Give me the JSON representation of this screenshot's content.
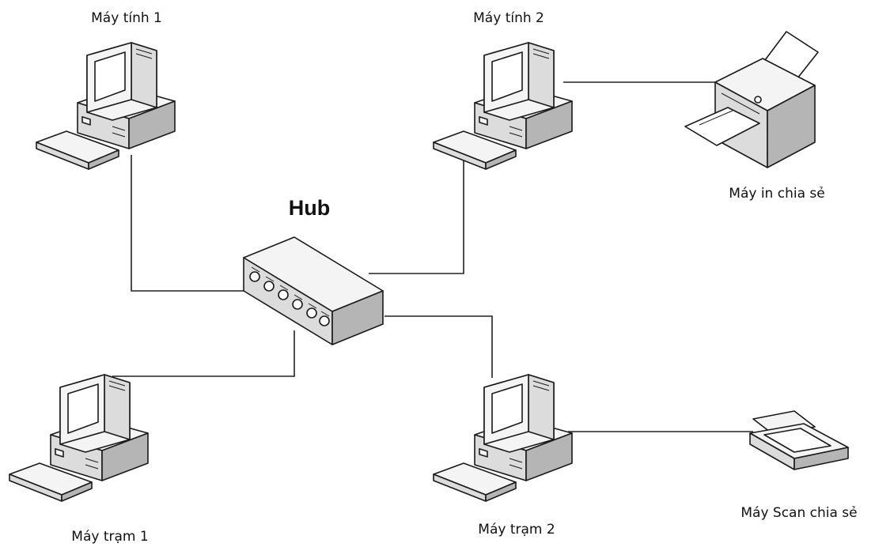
{
  "diagram": {
    "hub_label": "Hub",
    "nodes": {
      "computer1": "Máy tính 1",
      "computer2": "Máy tính 2",
      "printer": "Máy in chia sẻ",
      "workstation1": "Máy trạm 1",
      "workstation2": "Máy trạm 2",
      "scanner": "Máy Scan chia sẻ"
    },
    "icons": [
      "computer-icon",
      "hub-icon",
      "printer-icon",
      "scanner-icon"
    ],
    "colors": {
      "background": "#ffffff",
      "line": "#222222",
      "device_fill": "#f4f4f4",
      "device_shade": "#dcdcdc"
    }
  }
}
